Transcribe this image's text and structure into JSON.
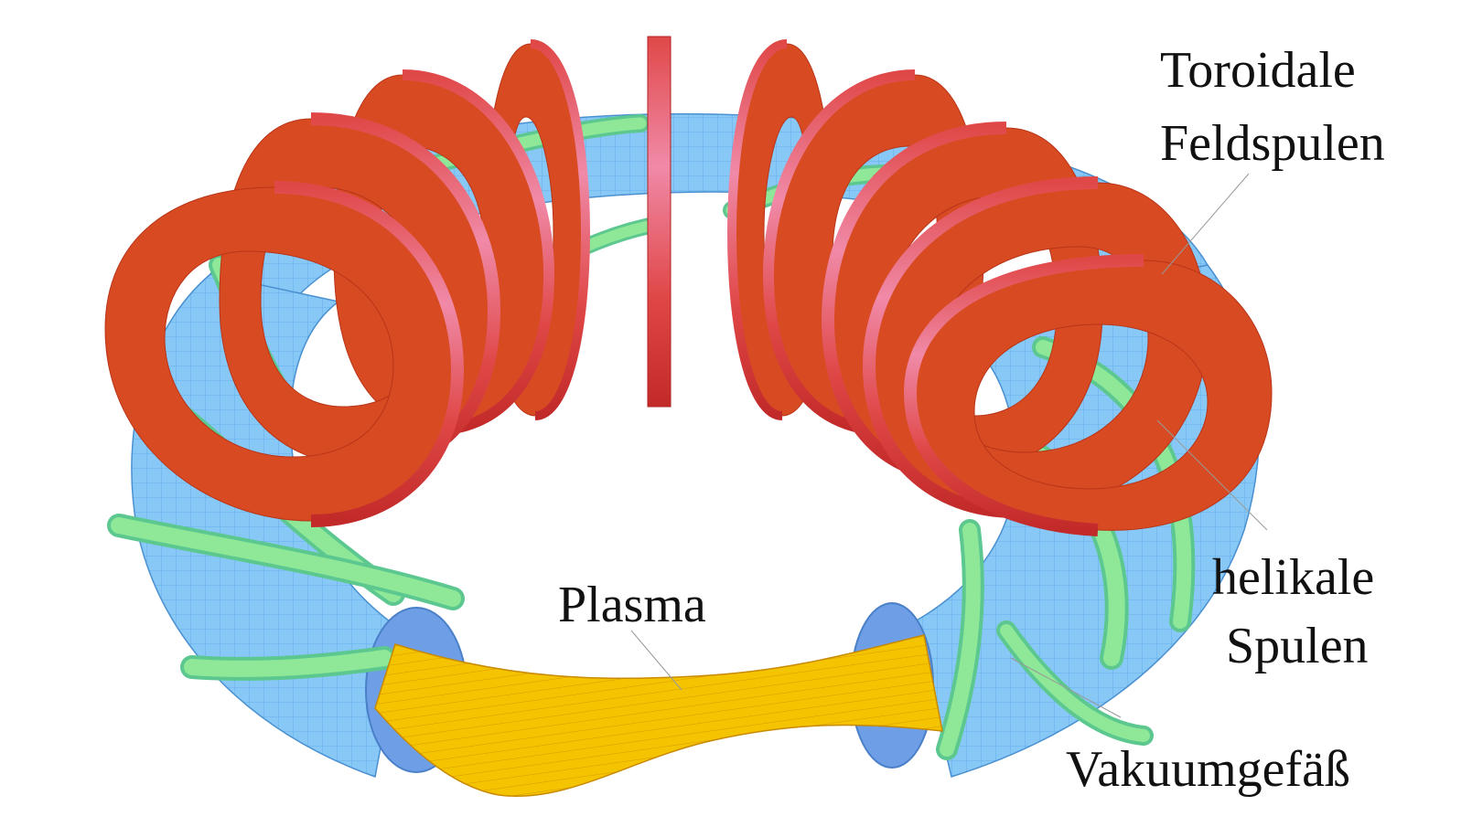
{
  "labels": {
    "toroidal_line1": "Toroidale",
    "toroidal_line2": "Feldspulen",
    "helical_line1": "helikale",
    "helical_line2": "Spulen",
    "plasma": "Plasma",
    "vessel": "Vakuumgefäß"
  },
  "colors": {
    "vessel": "#88c8f6",
    "vessel_mesh": "#5aa8e8",
    "vessel_end": "#6e9ee6",
    "helical": "#8ee898",
    "helical_edge": "#5cc890",
    "coil": "#d84a22",
    "coil_side": "#e04848",
    "coil_highlight": "#f08aa8",
    "plasma": "#f5c400",
    "plasma_line": "#d89a00",
    "leader": "#999999"
  }
}
